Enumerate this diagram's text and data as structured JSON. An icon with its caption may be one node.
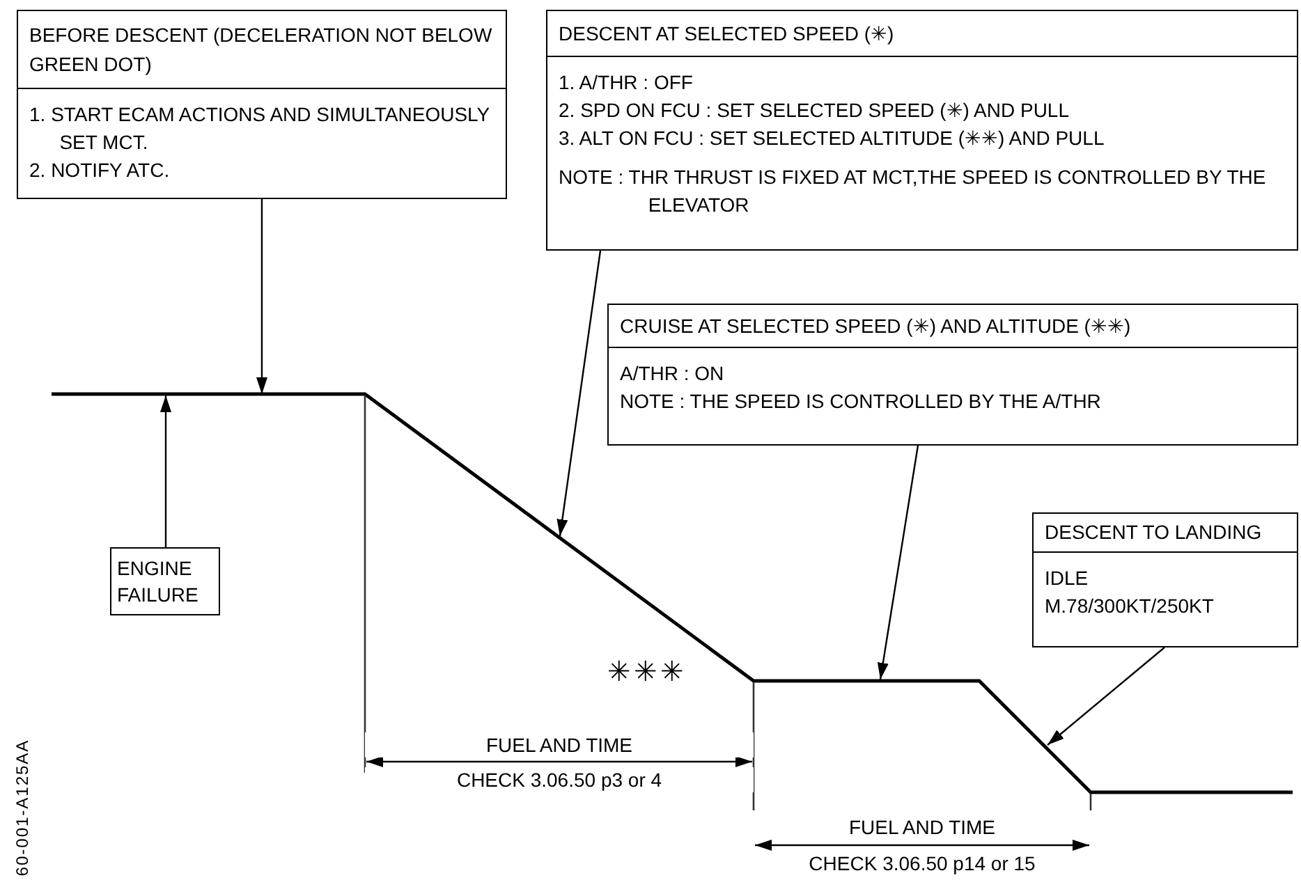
{
  "diagram": {
    "nodes": [
      {
        "text": [
          "BEFORE DESCENT (DECELERATION NOT BELOW GREEN DOT)",
          "1. START ECAM ACTIONS AND SIMULTANEOUSLY SET MCT.",
          "2. NOTIFY ATC."
        ]
      },
      {
        "text": [
          "DESCENT AT SELECTED SPEED (✳)",
          "1. A/THR : OFF",
          "2. SPD ON FCU : SET SELECTED SPEED (✳) AND PULL",
          "3. ALT ON FCU : SET SELECTED ALTITUDE (✳✳) AND PULL",
          "NOTE : THR THRUST IS FIXED AT MCT,THE SPEED IS CONTROLLED BY THE ELEVATOR"
        ]
      },
      {
        "text": [
          "CRUISE AT SELECTED SPEED (✳) AND ALTITUDE (✳✳)",
          "A/THR : ON",
          "NOTE : THE SPEED IS CONTROLLED BY THE A/THR"
        ]
      },
      {
        "text": [
          "DESCENT TO LANDING",
          "IDLE",
          "M.78/300KT/250KT"
        ]
      },
      {
        "text": [
          "ENGINE FAILURE"
        ]
      }
    ],
    "edges": [
      {
        "from": 0,
        "to": null,
        "arrow": "to"
      },
      {
        "from": 1,
        "to": null,
        "arrow": "to"
      },
      {
        "from": 2,
        "to": null,
        "arrow": "to"
      },
      {
        "from": 3,
        "to": null,
        "arrow": "to"
      },
      {
        "from": 4,
        "to": null,
        "arrow": "to"
      }
    ],
    "labels": [
      "✳✳✳",
      "FUEL AND TIME",
      "CHECK 3.06.50 p3 or 4",
      "FUEL AND TIME",
      "CHECK 3.06.50 p14 or 15",
      "60-001-A125AA"
    ]
  }
}
